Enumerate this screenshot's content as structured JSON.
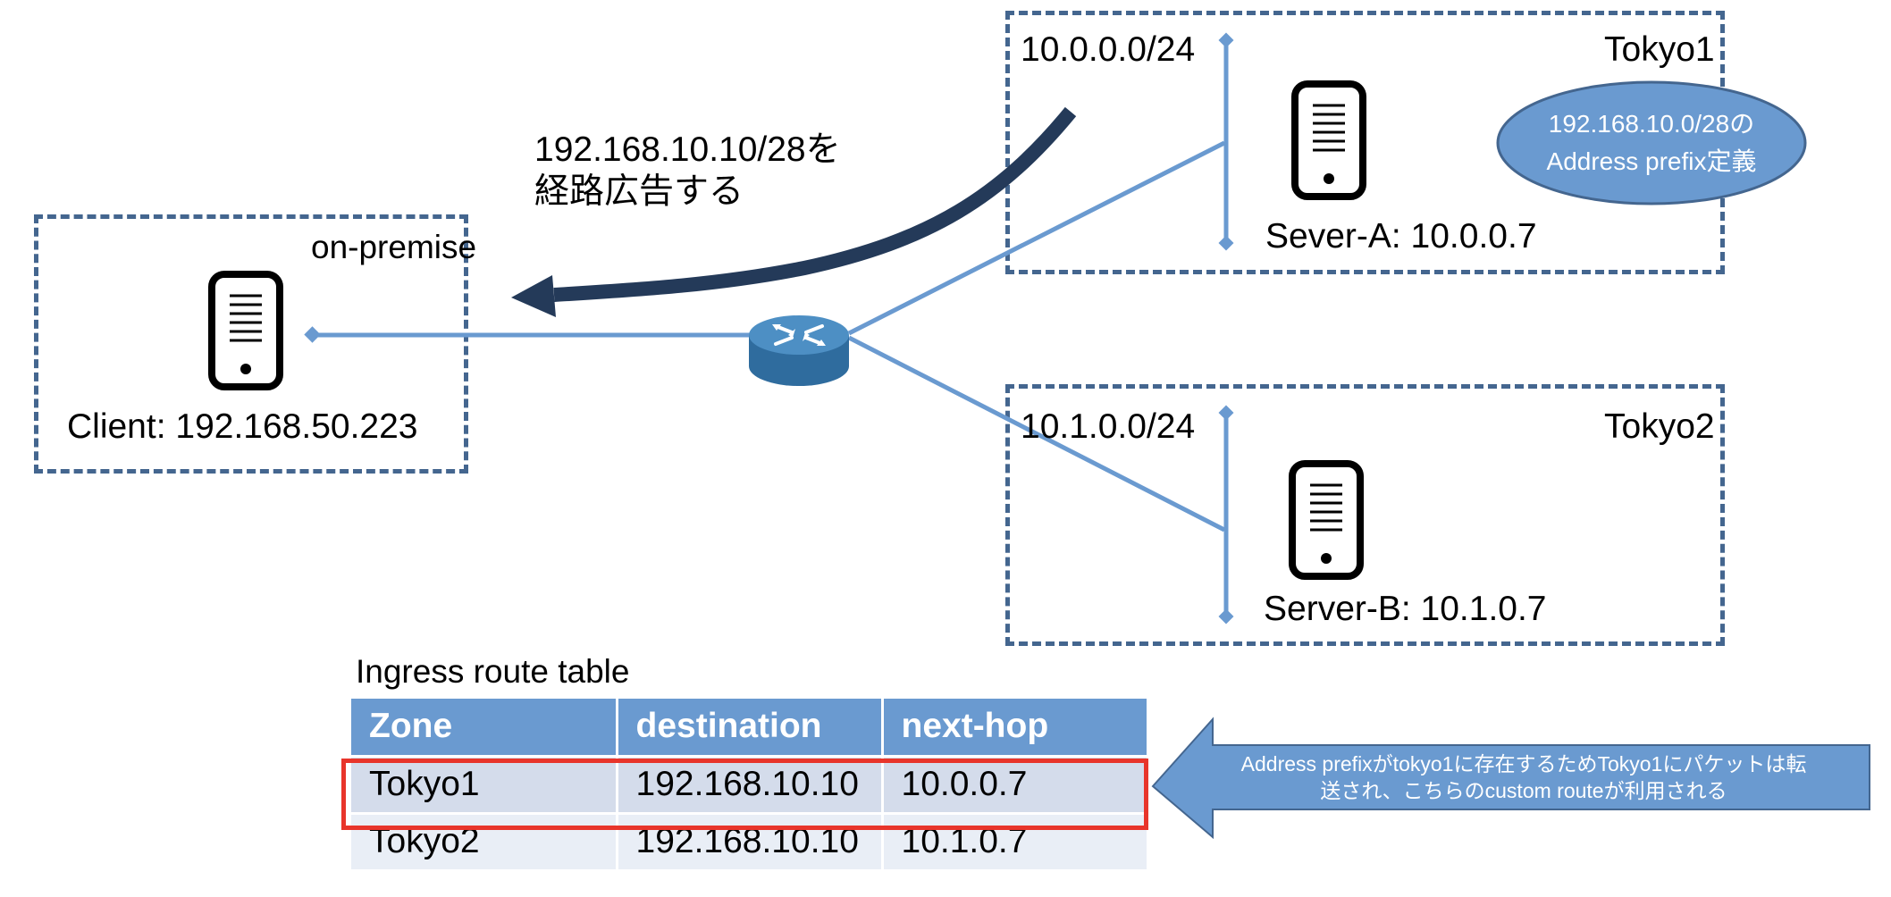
{
  "colors": {
    "link_line": "#6a9ad0",
    "dashed_border": "#44668f",
    "arrow_dark": "#243a59",
    "ellipse_fill": "#6a9ad0",
    "table_header": "#6a9ad0",
    "highlight": "#e8352b"
  },
  "on_premise": {
    "label": "on-premise",
    "client": "Client: 192.168.50.223"
  },
  "advertise_note": {
    "line1": "192.168.10.10/28を",
    "line2": "経路広告する"
  },
  "tokyo1": {
    "name": "Tokyo1",
    "subnet": "10.0.0.0/24",
    "server": "Sever-A: 10.0.0.7",
    "prefix_note": {
      "line1": "192.168.10.0/28の",
      "line2": "Address prefix定義"
    }
  },
  "tokyo2": {
    "name": "Tokyo2",
    "subnet": "10.1.0.0/24",
    "server": "Server-B: 10.1.0.7"
  },
  "route_table": {
    "title": "Ingress route table",
    "headers": [
      "Zone",
      "destination",
      "next-hop"
    ],
    "rows": [
      [
        "Tokyo1",
        "192.168.10.10",
        "10.0.0.7"
      ],
      [
        "Tokyo2",
        "192.168.10.10",
        "10.1.0.7"
      ]
    ]
  },
  "callout": {
    "line1": "Address prefixがtokyo1に存在するためTokyo1にパケットは転",
    "line2": "送され、こちらのcustom routeが利用される"
  },
  "icons": {
    "server": "server-icon",
    "router": "router-icon"
  }
}
